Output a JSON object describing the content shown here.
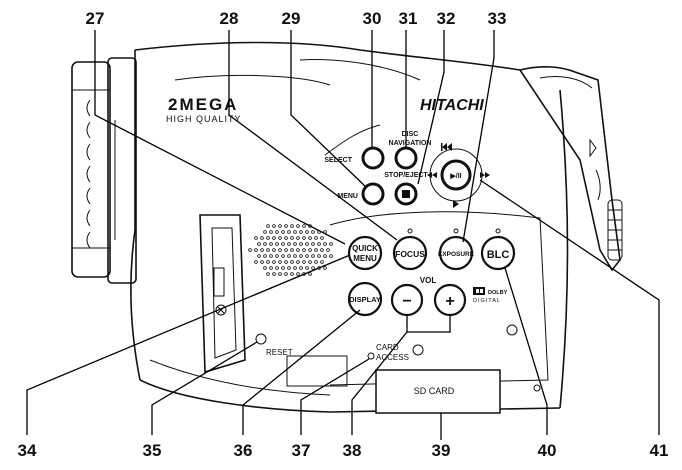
{
  "callouts": {
    "c27": "27",
    "c28": "28",
    "c29": "29",
    "c30": "30",
    "c31": "31",
    "c32": "32",
    "c33": "33",
    "c34": "34",
    "c35": "35",
    "c36": "36",
    "c37": "37",
    "c38": "38",
    "c39": "39",
    "c40": "40",
    "c41": "41"
  },
  "branding": {
    "model_line1": "2MEGA",
    "model_line2": "HIGH QUALITY",
    "maker": "HITACHI"
  },
  "buttons": {
    "select": "SELECT",
    "menu": "MENU",
    "disc_navigation_1": "DISC",
    "disc_navigation_2": "NAVIGATION",
    "stop": "STOP/EJECT",
    "play_pause": "▶/II",
    "quick_menu_1": "QUICK",
    "quick_menu_2": "MENU",
    "focus": "FOCUS",
    "exposure": "EXPOSURE",
    "blc": "BLC",
    "display": "DISPLAY",
    "vol": "VOL",
    "vol_minus": "−",
    "vol_plus": "+",
    "dolby_1": "DOLBY",
    "dolby_2": "DIGITAL"
  },
  "panel": {
    "reset": "RESET",
    "card_access_1": "CARD",
    "card_access_2": "ACCESS",
    "sd_card": "SD CARD"
  }
}
